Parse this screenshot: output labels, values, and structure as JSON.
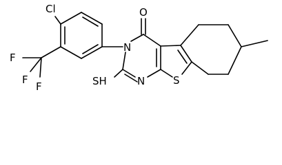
{
  "atoms": {
    "cl": "Cl",
    "o": "O",
    "n3": "N",
    "n1": "N",
    "s_ring": "S",
    "sh": "SH",
    "f1": "F",
    "f2": "F",
    "f3": "F"
  },
  "colors": {
    "bond": "#000000",
    "label": "#000000",
    "background": "#ffffff"
  }
}
